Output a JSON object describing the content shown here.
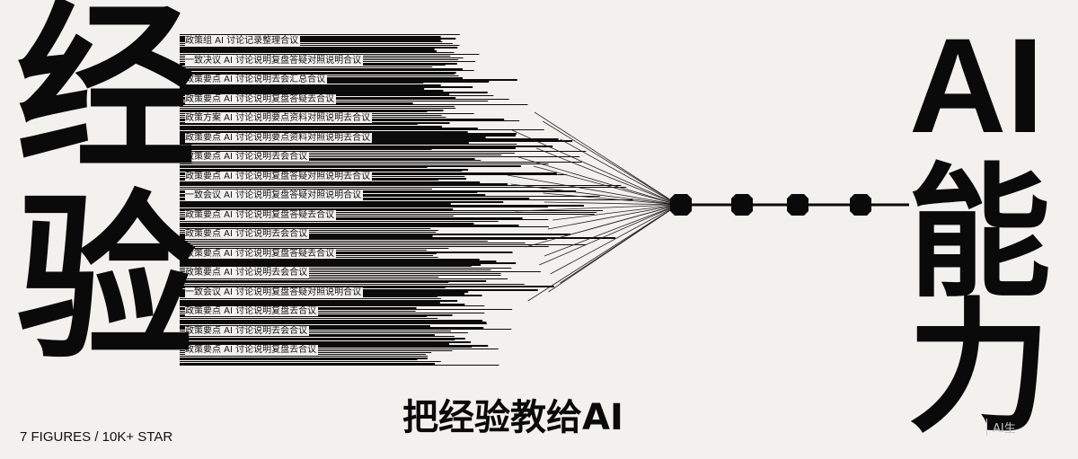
{
  "poster": {
    "left_top_char": "经",
    "left_bottom_char": "验",
    "right_title": "AI",
    "right_char_1": "能",
    "right_char_2": "力",
    "subtitle": "把经验教给AI",
    "footer_stats": "7 FIGURES / 10K+ STAR",
    "watermark": "AI生"
  },
  "snippets": [
    "政策组 AI 讨论记录整理合议",
    "一致决议 AI 讨论说明复盘答疑对照说明合议",
    "政策要点 AI 讨论说明去会汇总合议",
    "政策要点 AI 讨论说明复盘答疑去合议",
    "政策方案 AI 讨论说明要点资料对照说明去合议",
    "政策要点 AI 讨论说明要点资料对照说明去合议",
    "政策要点 AI 讨论说明去会合议",
    "政策要点 AI 讨论说明复盘答疑对照说明去合议",
    "一致会议 AI 讨论说明复盘答疑对照说明合议",
    "政策要点 AI 讨论说明复盘答疑去合议",
    "政策要点 AI 讨论说明去会合议",
    "政策要点 AI 讨论说明复盘答疑去合议",
    "政策要点 AI 讨论说明去会合议",
    "一致会议 AI 讨论说明复盘答疑对照说明合议",
    "政策要点 AI 讨论说明复盘去合议",
    "政策要点 AI 讨论说明去会合议",
    "政策要点 AI 讨论说明复盘去合议"
  ]
}
